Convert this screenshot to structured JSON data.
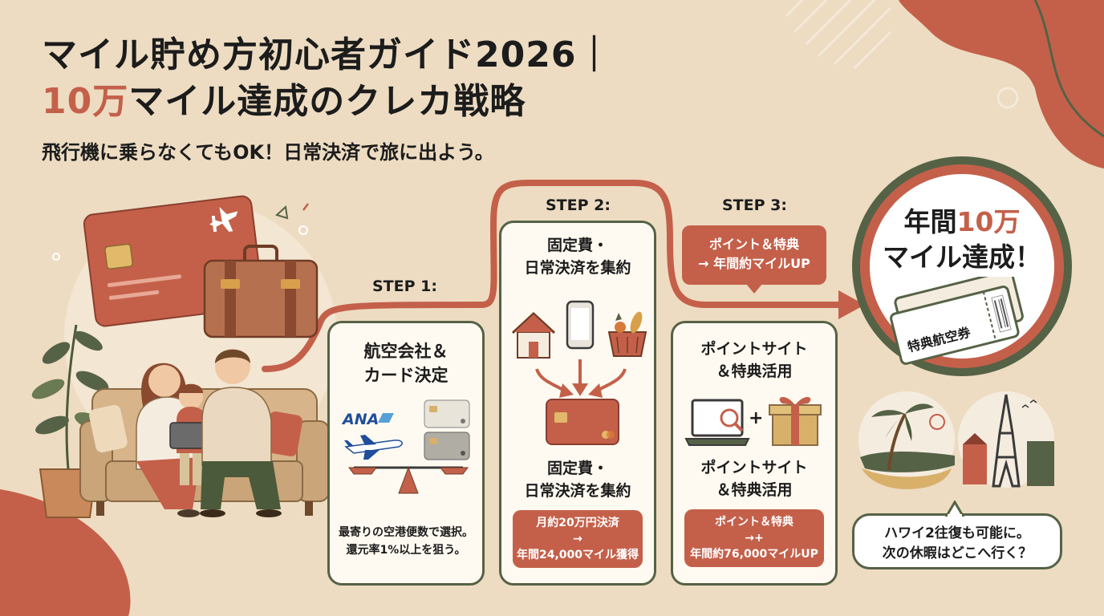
{
  "title": {
    "line1": "マイル貯め方初心者ガイド2026｜",
    "line2_accent": "10万",
    "line2_rest": "マイル達成のクレカ戦略"
  },
  "subtitle": "飛行機に乗らなくてもOK！日常決済で旅に出よう。",
  "colors": {
    "accent": "#c4604a",
    "dark_green": "#556246",
    "background": "#eddcc2",
    "card_bg": "#fffaf1"
  },
  "steps": [
    {
      "label": "STEP 1:",
      "title_lines": [
        "航空会社＆",
        "カード決定"
      ],
      "logo_text": "ANA",
      "note_lines": [
        "最寄りの空港便数で選択。",
        "還元率1%以上を狙う。"
      ],
      "icons": [
        "ana-logo-icon",
        "credit-card-icon",
        "airplane-icon",
        "scale-icon"
      ]
    },
    {
      "label": "STEP 2:",
      "title_lines": [
        "固定費・",
        "日常決済を集約"
      ],
      "sub_lines": [
        "固定費・",
        "日常決済を集約"
      ],
      "pill_lines": [
        "月約20万円決済",
        "→",
        "年間24,000マイル獲得"
      ],
      "icons": [
        "house-icon",
        "smartphone-icon",
        "grocery-basket-icon",
        "credit-card-icon"
      ]
    },
    {
      "label": "STEP 3:",
      "tag_lines": [
        "ポイント＆特典",
        "→ 年間約マイルUP"
      ],
      "title_lines": [
        "ポイントサイト",
        "＆特典活用"
      ],
      "sub_lines": [
        "ポイントサイト",
        "＆特典活用"
      ],
      "plus": "+",
      "pill_lines": [
        "ポイント＆特典",
        "→+",
        "年間約76,000マイルUP"
      ],
      "icons": [
        "laptop-search-icon",
        "gift-box-icon"
      ]
    }
  ],
  "goal": {
    "line1_prefix": "年間",
    "line1_accent": "10万",
    "line2": "マイル達成！",
    "ticket_text": "特典航空券"
  },
  "bubble_lines": [
    "ハワイ2往復も可能に。",
    "次の休暇はどこへ行く？"
  ],
  "destinations": [
    "palm-beach-icon",
    "eiffel-tower-icon"
  ]
}
